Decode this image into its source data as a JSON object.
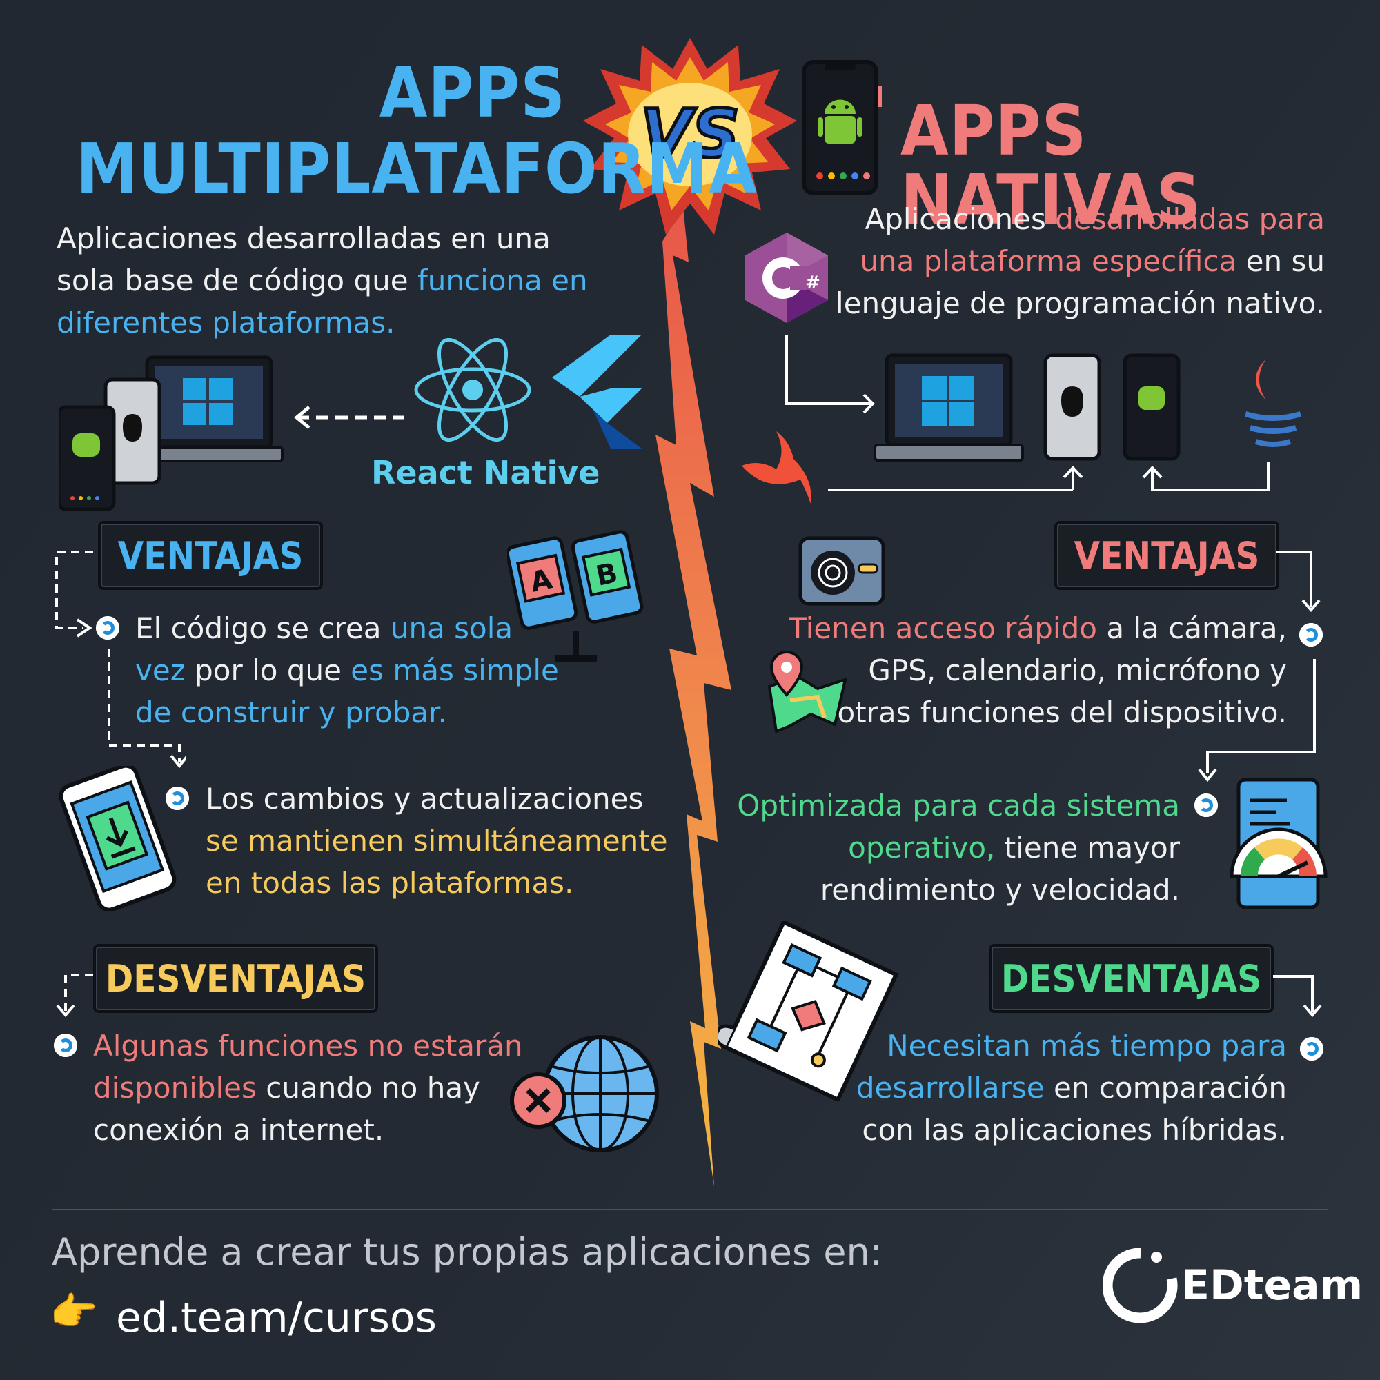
{
  "left": {
    "title_line1": "APPS",
    "title_line2": "MULTIPLATAFORMA",
    "desc": {
      "p1": "Aplicaciones desarrolladas en una",
      "p2": "sola base de código que ",
      "h1": "funciona en",
      "h2": "diferentes plataformas."
    },
    "framework_label": "React Native",
    "ventajas_label": "VENTAJAS",
    "ventaja1": {
      "a": "El código se crea ",
      "b": "una sola",
      "c": "vez",
      "d": " por lo que ",
      "e": "es más simple",
      "f": "de construir y probar."
    },
    "ventaja2": {
      "a": "Los cambios y actualizaciones",
      "b": "se mantienen simultáneamente",
      "c": "en todas las plataformas."
    },
    "desventajas_label": "DESVENTAJAS",
    "desventaja1": {
      "a": "Algunas funciones no estarán",
      "b": "disponibles",
      "c": " cuando no hay",
      "d": "conexión a internet."
    }
  },
  "vs_label": "VS",
  "right": {
    "title": "APPS NATIVAS",
    "desc": {
      "a": "Aplicaciones ",
      "b": "desarrolladas para",
      "c": "una plataforma específica",
      "d": " en su",
      "e": "lenguaje de programación nativo."
    },
    "ventajas_label": "VENTAJAS",
    "ventaja1": {
      "a": "Tienen acceso rápido",
      "b": " a la cámara,",
      "c": "GPS, calendario, micrófono y",
      "d": "otras funciones del dispositivo."
    },
    "ventaja2": {
      "a": "Optimizada para cada sistema",
      "b": "operativo,",
      "c": " tiene mayor",
      "d": "rendimiento y velocidad."
    },
    "desventajas_label": "DESVENTAJAS",
    "desventaja1": {
      "a": "Necesitan más tiempo para",
      "b": "desarrollarse",
      "c": " en comparación",
      "d": "con las aplicaciones híbridas."
    }
  },
  "footer": {
    "cta": "Aprende a crear tus propias aplicaciones en:",
    "url": "ed.team/cursos",
    "brand": "EDteam",
    "pointer_emoji": "👉"
  },
  "colors": {
    "blue": "#48b3f0",
    "pink": "#ef7b7b",
    "yellow": "#f7ca5c",
    "green": "#4fd98d",
    "background": "#222831"
  }
}
